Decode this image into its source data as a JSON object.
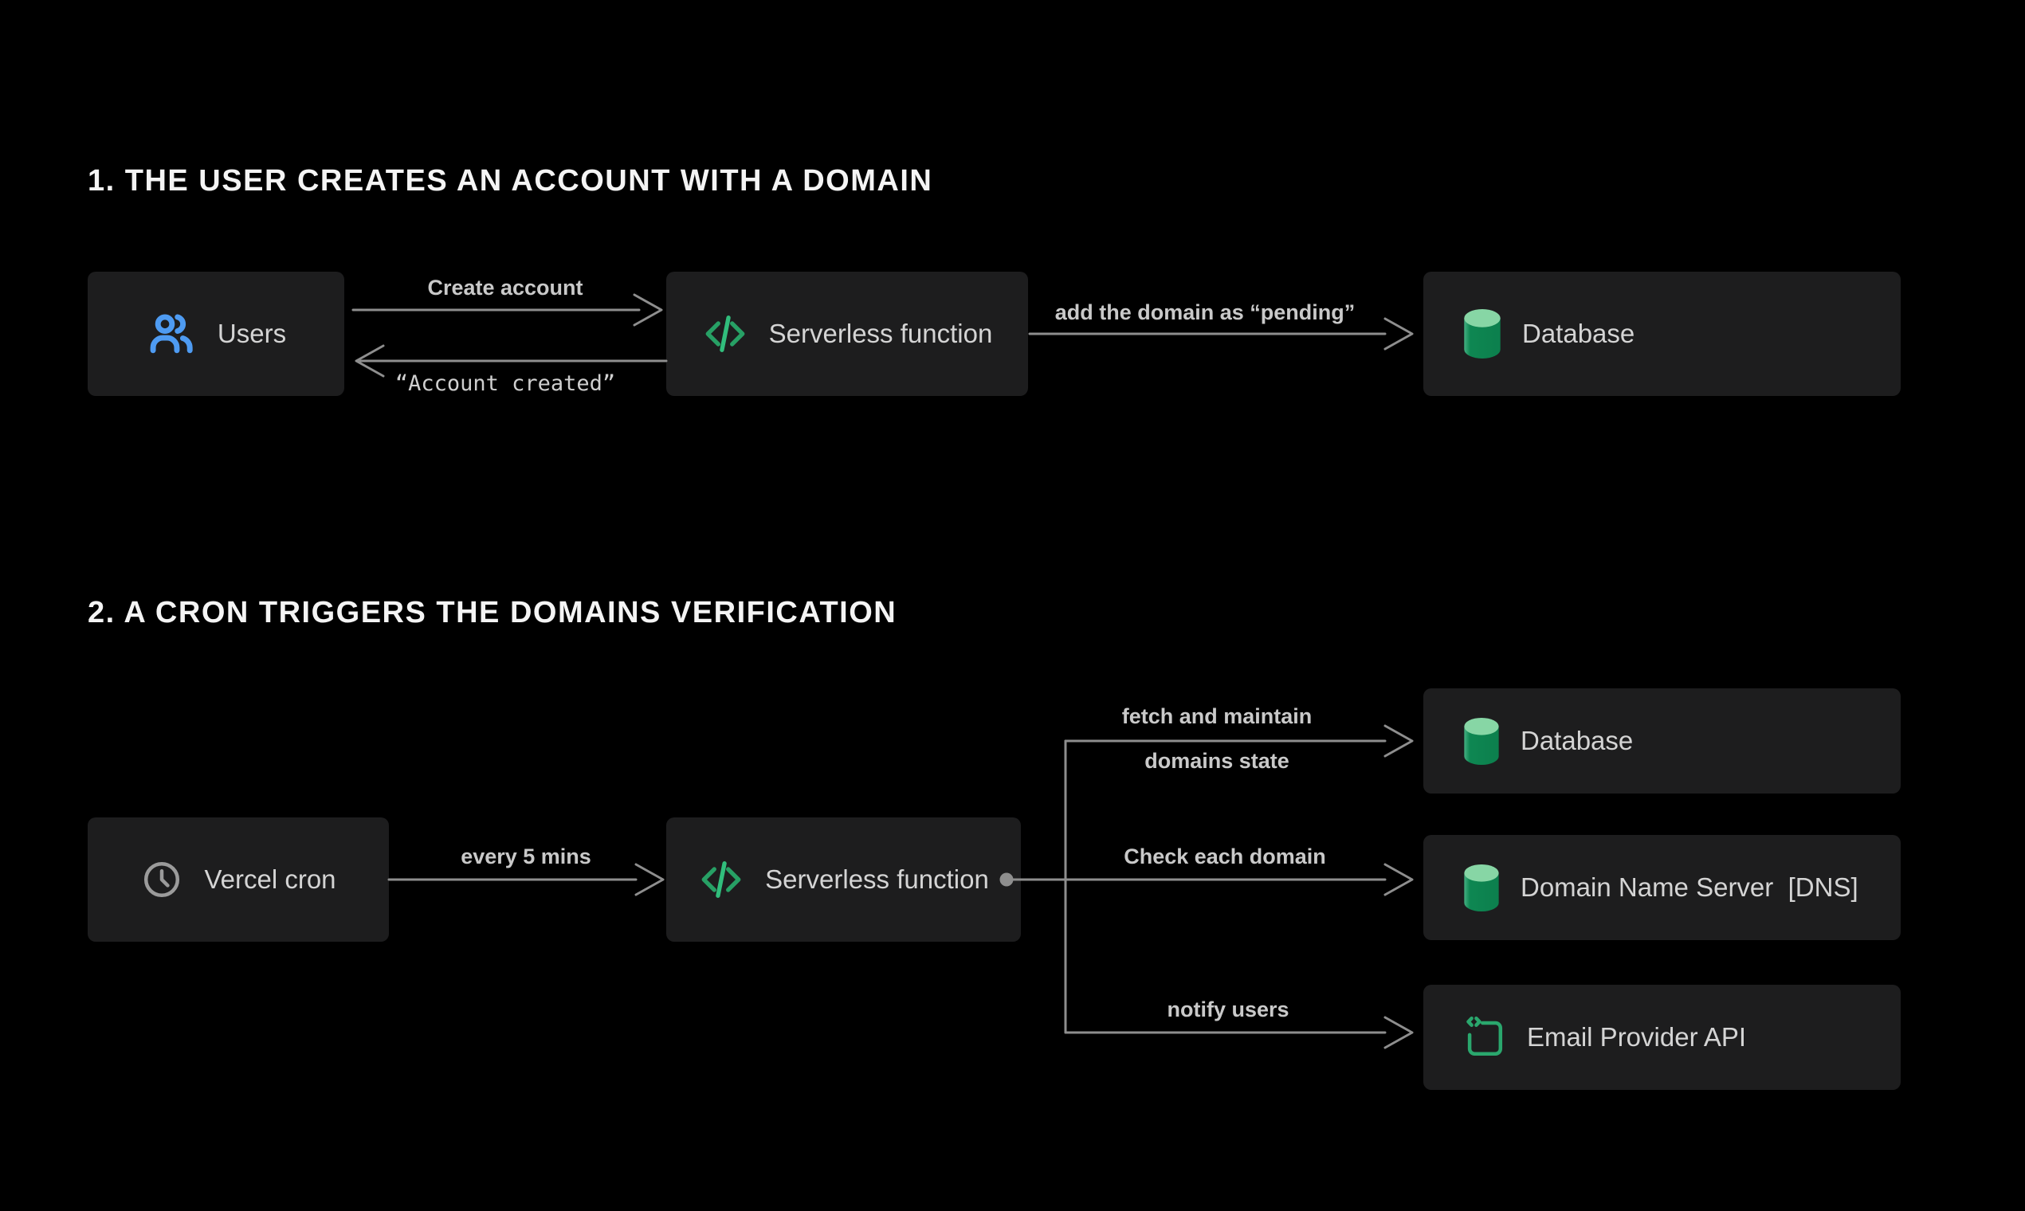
{
  "colors": {
    "background": "#000000",
    "card_bg": "#1d1d1e",
    "card_text": "#d4d4d4",
    "title_text": "#f4f4f4",
    "edge_label_text": "#c9c9c9",
    "connector_gray": "#8e8e8e",
    "users_blue": "#4e9bf2",
    "code_green": "#2aa76d",
    "cylinder_top_green": "#87d6a5",
    "cylinder_body_green": "#0e8752",
    "clock_gray": "#9b9b9b"
  },
  "section1": {
    "title": "1. THE USER CREATES AN ACCOUNT WITH A DOMAIN",
    "users_label": "Users",
    "serverless_label": "Serverless function",
    "database_label": "Database",
    "edge_create_account": "Create account",
    "edge_account_created": "“Account created”",
    "edge_add_domain": "add the domain as “pending”"
  },
  "section2": {
    "title": "2. A CRON TRIGGERS THE DOMAINS VERIFICATION",
    "vercel_cron_label": "Vercel cron",
    "serverless_label": "Serverless function",
    "database_label": "Database",
    "dns_label": "Domain Name Server  [DNS]",
    "email_label": "Email Provider API",
    "edge_every_5_mins": "every 5 mins",
    "edge_fetch_line1": "fetch and maintain",
    "edge_fetch_line2": "domains state",
    "edge_check_domain": "Check each domain",
    "edge_notify_users": "notify users"
  }
}
